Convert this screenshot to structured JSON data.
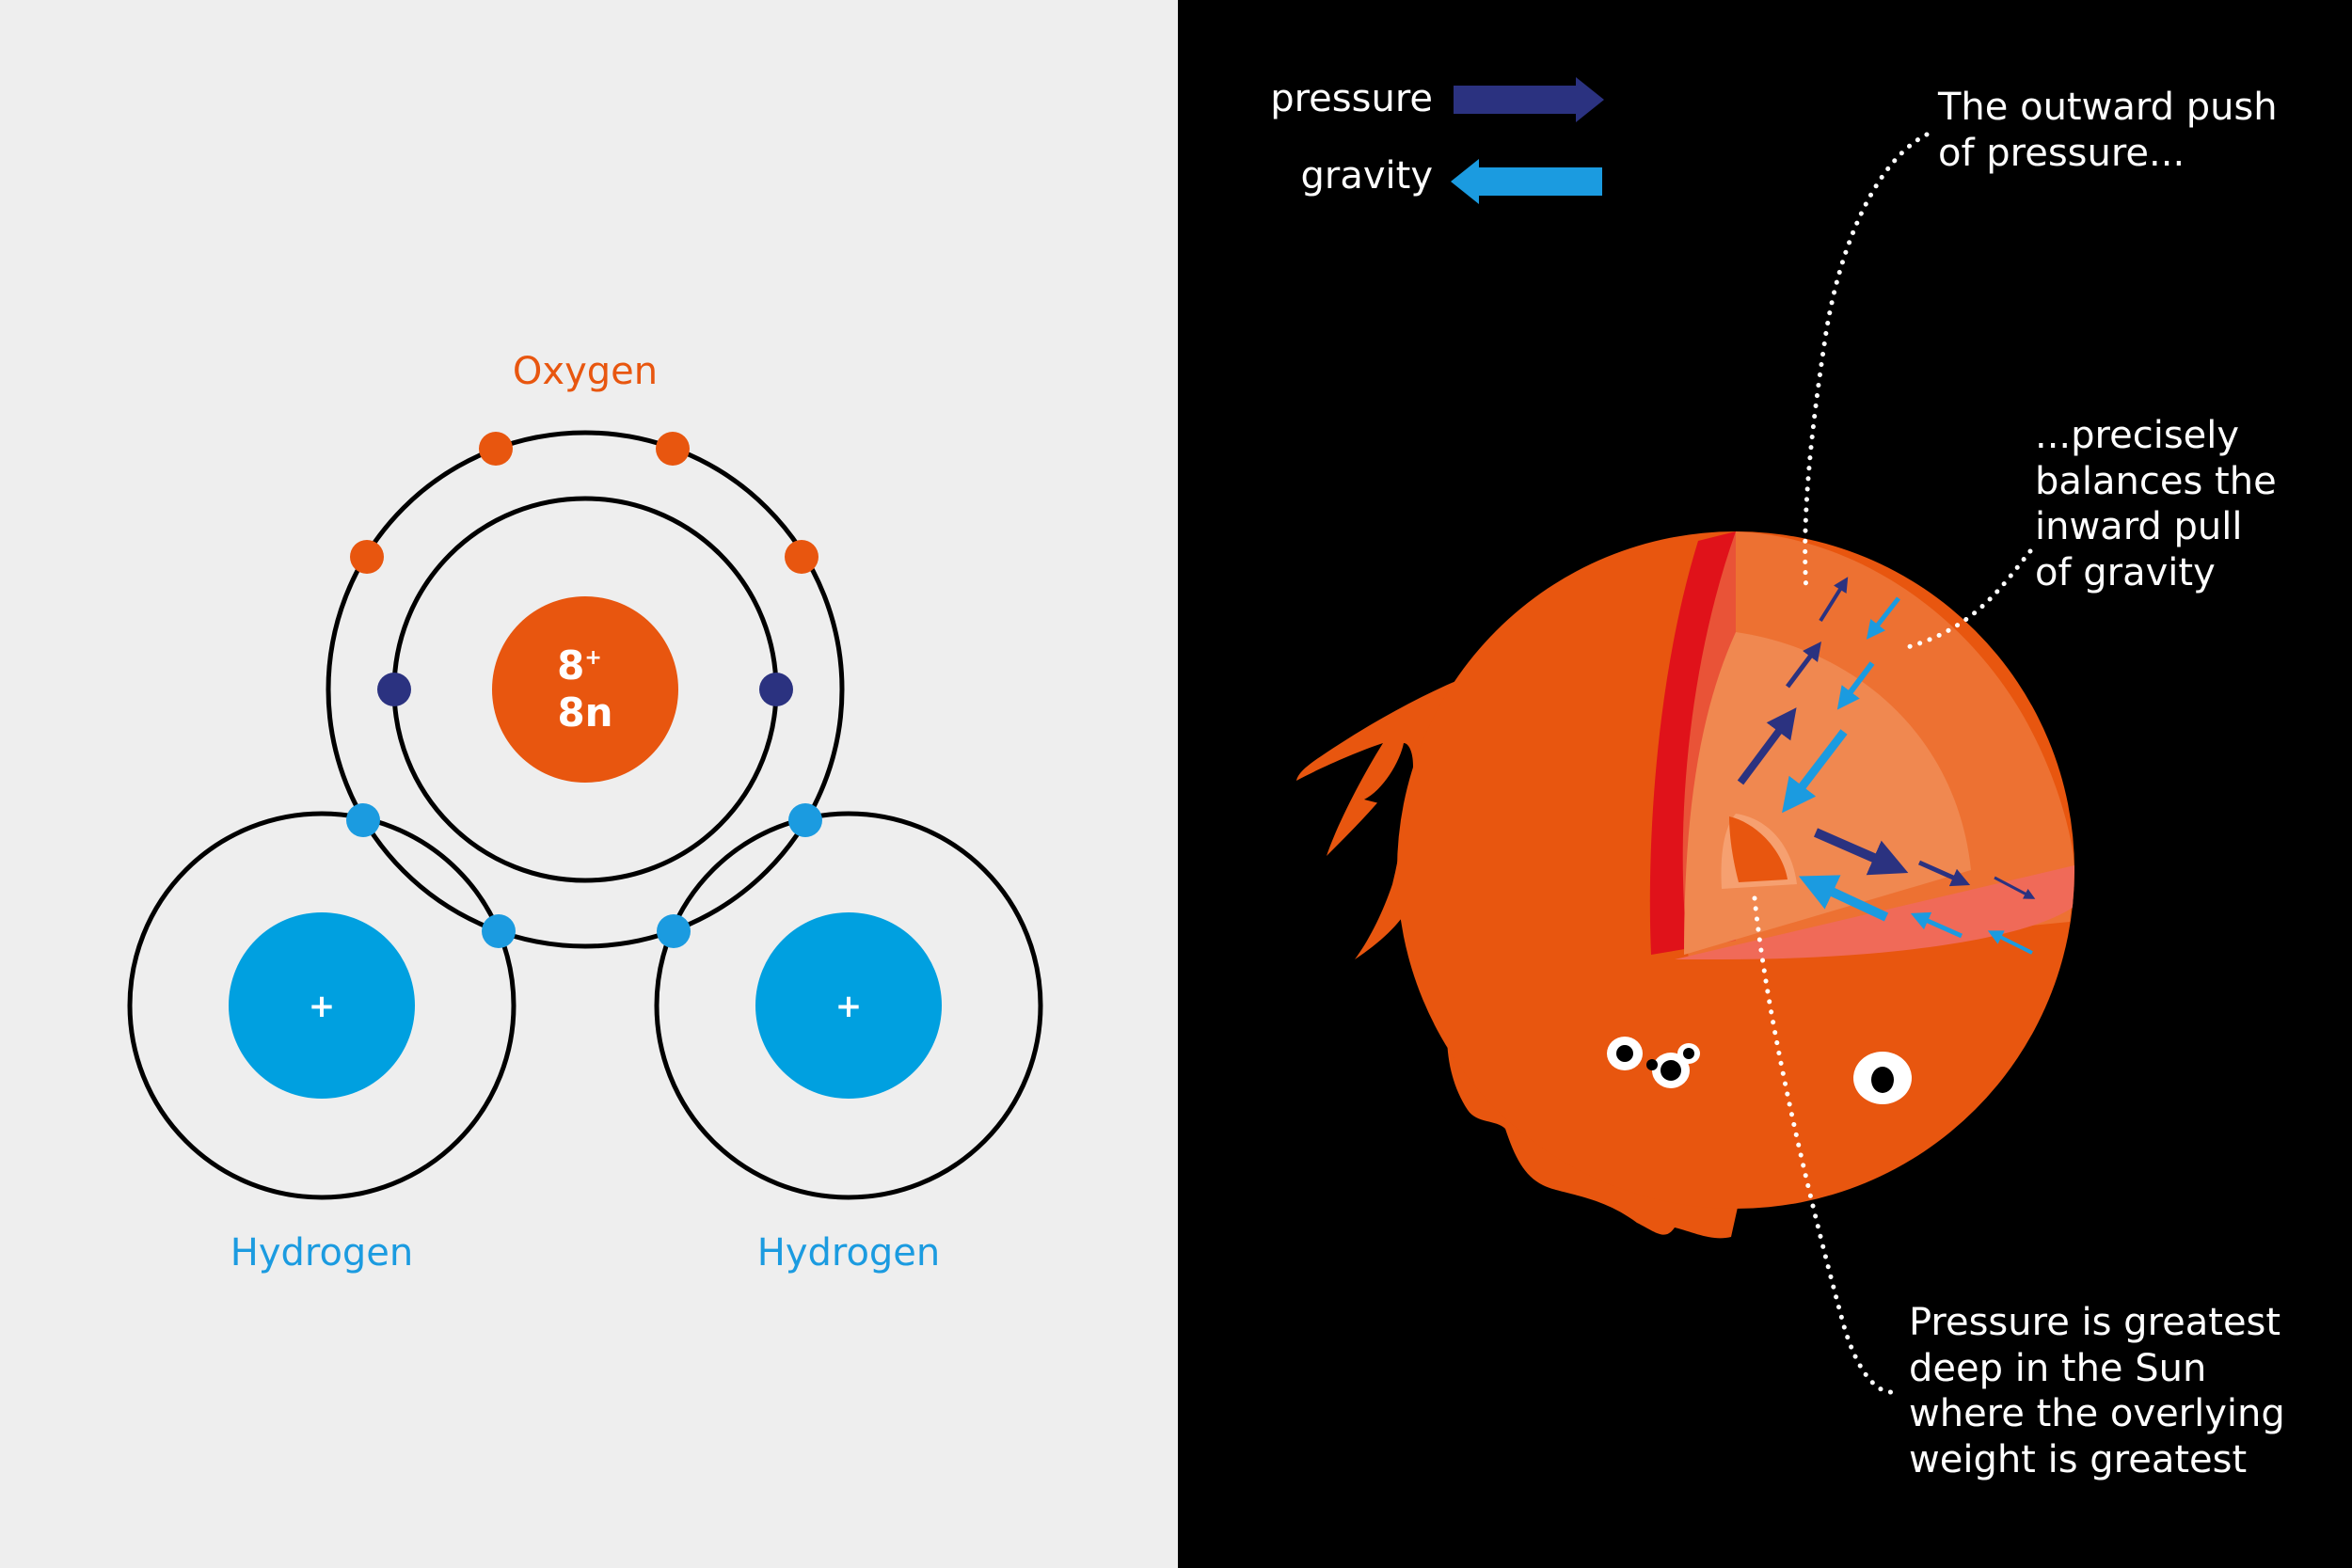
{
  "colors": {
    "left_bg": "#eeeeee",
    "right_bg": "#000000",
    "oxygen": "#e8560f",
    "hydrogen": "#00a0e0",
    "shared_electron": "#1b9be0",
    "navy": "#2b3280",
    "sun_orange": "#e8560f",
    "sun_layer2": "#f08850",
    "sun_layer3": "#f6a070",
    "sun_rim_red": "#e0121a",
    "white": "#ffffff"
  },
  "atom_diagram": {
    "oxygen_label": "Oxygen",
    "oxygen_nucleus_charge": "8",
    "oxygen_nucleus_sup": "+",
    "oxygen_nucleus_neutrons": "8n",
    "hydrogen_left_label": "Hydrogen",
    "hydrogen_right_label": "Hydrogen",
    "hydrogen_nucleus_charge": "+"
  },
  "sun_diagram": {
    "legend": {
      "pressure": "pressure",
      "gravity": "gravity"
    },
    "annotations": {
      "outward_push": [
        "The outward push",
        "of pressure..."
      ],
      "balances": [
        "...precisely",
        "balances the",
        "inward pull",
        "of gravity"
      ],
      "greatest": [
        "Pressure is greatest",
        "deep in the Sun",
        "where the overlying",
        "weight is greatest"
      ]
    }
  }
}
